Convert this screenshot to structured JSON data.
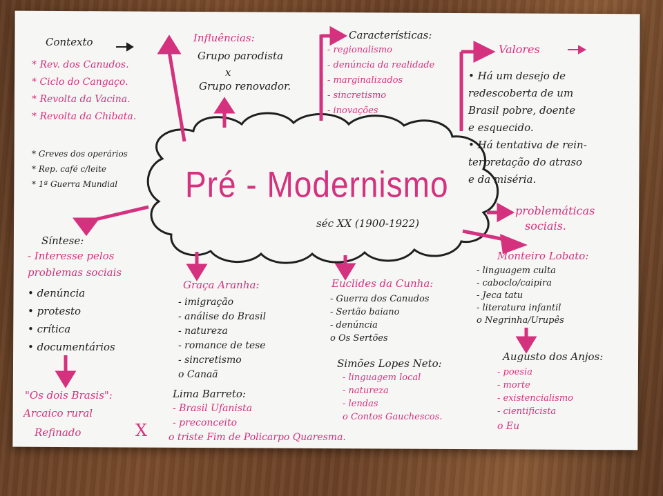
{
  "center": {
    "title": "Pré - Modernismo",
    "subtitle": "séc XX (1900-1922)"
  },
  "contexto": {
    "heading": "Contexto",
    "items": [
      "* Rev. dos Canudos.",
      "* Ciclo do Cangaço.",
      "* Revolta da Vacina.",
      "* Revolta da Chibata.",
      "* Greves dos operários",
      "* Rep. café c/leite",
      "* 1ª Guerra Mundial"
    ]
  },
  "influencias": {
    "heading": "Influências:",
    "items": [
      "Grupo parodista",
      "x",
      "Grupo renovador."
    ]
  },
  "caracteristicas": {
    "heading": "Características:",
    "items": [
      "- regionalismo",
      "- denúncia da realidade",
      "- marginalizados",
      "- sincretismo",
      "- inovações"
    ]
  },
  "valores": {
    "heading": "Valores",
    "items": [
      "• Há um desejo de",
      "redescoberta de um",
      "Brasil pobre, doente",
      "e esquecido.",
      "• Há tentativa de rein-",
      "terpretação do atraso",
      "e da miséria."
    ]
  },
  "problematicas": {
    "lines": [
      "problemáticas",
      "sociais."
    ]
  },
  "sintese": {
    "heading": "Síntese:",
    "pink": [
      "- Interesse pelos",
      "problemas sociais"
    ],
    "items": [
      "• denúncia",
      "• protesto",
      "• crítica",
      "• documentários"
    ]
  },
  "dois_brasis": {
    "heading": "\"Os dois Brasis\":",
    "line1": "Arcaico rural",
    "line2": "Refinado",
    "cross": "X"
  },
  "graca": {
    "heading": "Graça Aranha:",
    "items": [
      "- imigração",
      "- análise do Brasil",
      "- natureza",
      "- romance de tese",
      "- sincretismo",
      "o Canaã"
    ]
  },
  "lima": {
    "heading": "Lima Barreto:",
    "items": [
      "- Brasil Ufanista",
      "- preconceito",
      "o triste Fim de Policarpo Quaresma."
    ]
  },
  "euclides": {
    "heading": "Euclides da Cunha:",
    "items": [
      "- Guerra dos Canudos",
      "- Sertão baiano",
      "- denúncia",
      "o Os Sertões"
    ]
  },
  "simoes": {
    "heading": "Simões Lopes Neto:",
    "items": [
      "- linguagem local",
      "- natureza",
      "- lendas",
      "o Contos Gauchescos."
    ]
  },
  "monteiro": {
    "heading": "Monteiro Lobato:",
    "items": [
      "- linguagem culta",
      "- caboclo/caipira",
      "- Jeca tatu",
      "- literatura infantil",
      "o Negrinha/Urupês"
    ]
  },
  "augusto": {
    "heading": "Augusto dos Anjos:",
    "items": [
      "- poesia",
      "- morte",
      "- existencialismo",
      "- cientificista",
      "o Eu"
    ]
  },
  "colors": {
    "pink": "#d4317e",
    "ink": "#1f1f1f",
    "paper": "#f6f6f4",
    "wood": "#6a4126"
  }
}
